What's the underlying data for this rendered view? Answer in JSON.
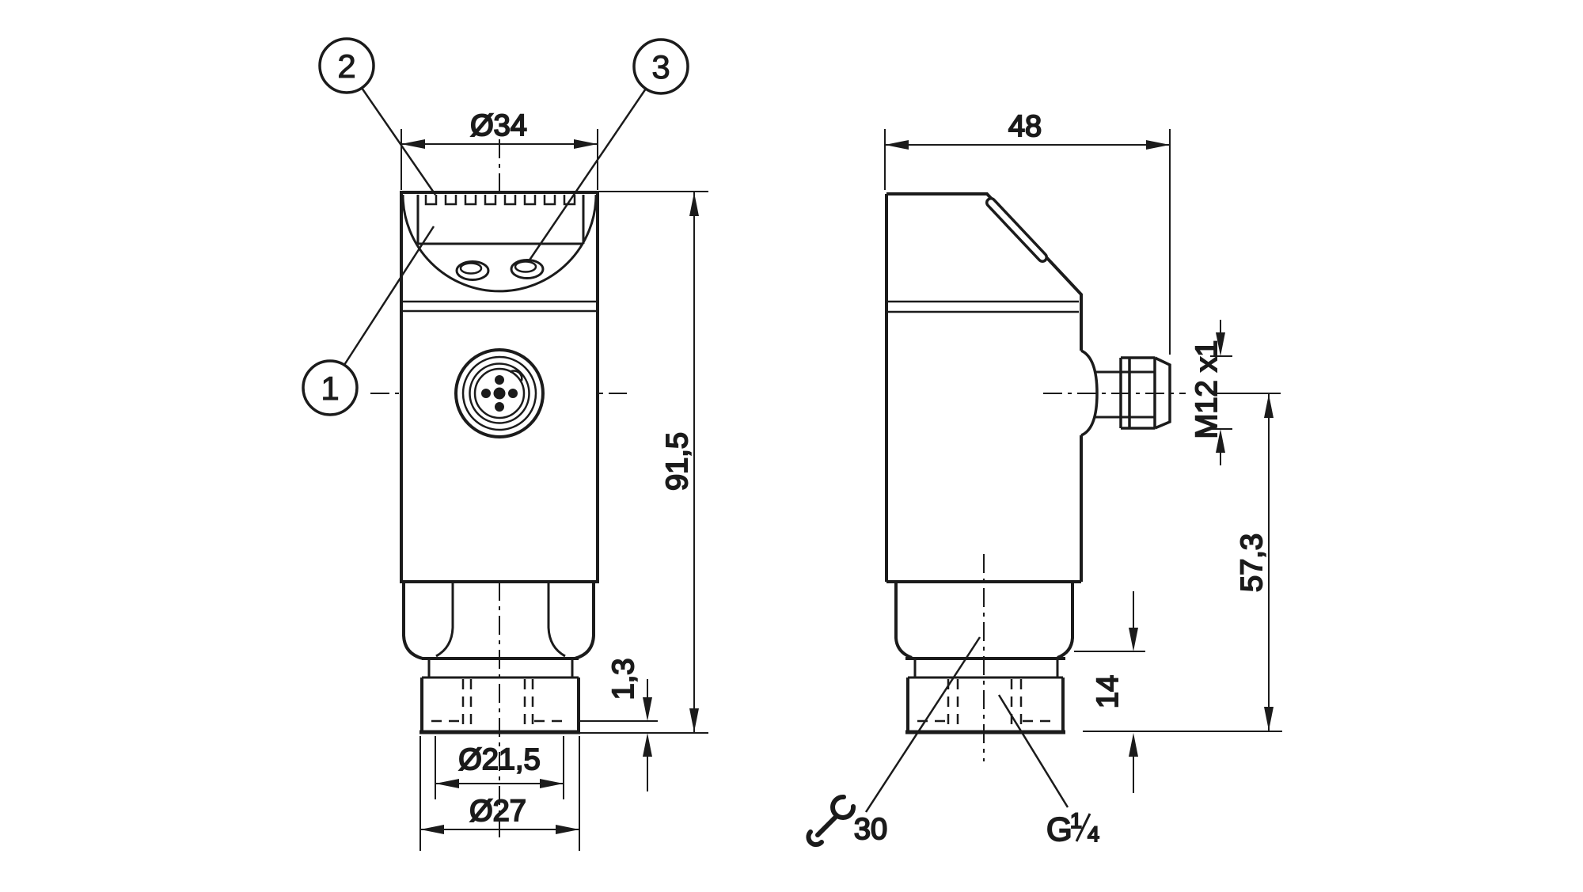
{
  "drawing": {
    "callouts": {
      "display": "1",
      "leds": "2",
      "buttons": "3"
    },
    "front_view": {
      "dim_head_diameter": "Ø34",
      "dim_total_height": "91,5",
      "dim_step_height": "1,3",
      "dim_bore_diameter": "Ø21,5",
      "dim_port_diameter": "Ø27"
    },
    "side_view": {
      "dim_depth": "48",
      "dim_connector_thread": "M12 x1",
      "dim_lower_height": "57,3",
      "dim_port_height": "14",
      "wrench_size": "30",
      "process_thread": {
        "prefix": "G",
        "numerator": "1",
        "denominator": "4"
      }
    },
    "colors": {
      "line": "#1b1b1b",
      "background": "#ffffff"
    }
  }
}
